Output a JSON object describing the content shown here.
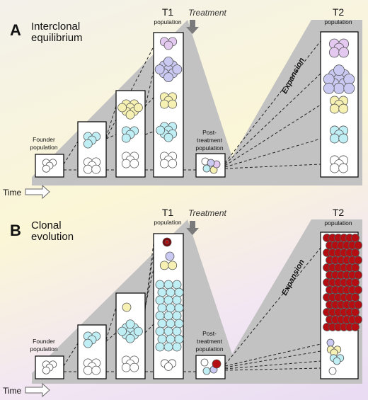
{
  "colors": {
    "shadow": "#c2c2c2",
    "white_cell": "#ffffff",
    "cyan_cell": "#bfeef5",
    "yellow_cell": "#f6f1b2",
    "lavender_cell": "#c9c9f2",
    "pink_cell": "#e3c8f0",
    "red_cell": "#b40d12",
    "dark_red_cell": "#7a0508",
    "arrow": "#7a7a7a"
  },
  "panel_a": {
    "letter": "A",
    "title_line1": "Interclonal",
    "title_line2": "equilibrium",
    "t1_label": "T1",
    "t1_sublabel": "population",
    "treatment": "Treatment",
    "t2_label": "T2",
    "t2_sublabel": "population",
    "founder_line1": "Founder",
    "founder_line2": "population",
    "post_line1": "Post-",
    "post_line2": "treatment",
    "post_line3": "population",
    "expansion": "Expansion",
    "time": "Time"
  },
  "panel_b": {
    "letter": "B",
    "title_line1": "Clonal",
    "title_line2": "evolution",
    "t1_label": "T1",
    "t1_sublabel": "population",
    "treatment": "Treatment",
    "t2_label": "T2",
    "t2_sublabel": "population",
    "founder_line1": "Founder",
    "founder_line2": "population",
    "post_line1": "Post-",
    "post_line2": "treatment",
    "post_line3": "population",
    "expansion": "Expansion",
    "time": "Time"
  }
}
